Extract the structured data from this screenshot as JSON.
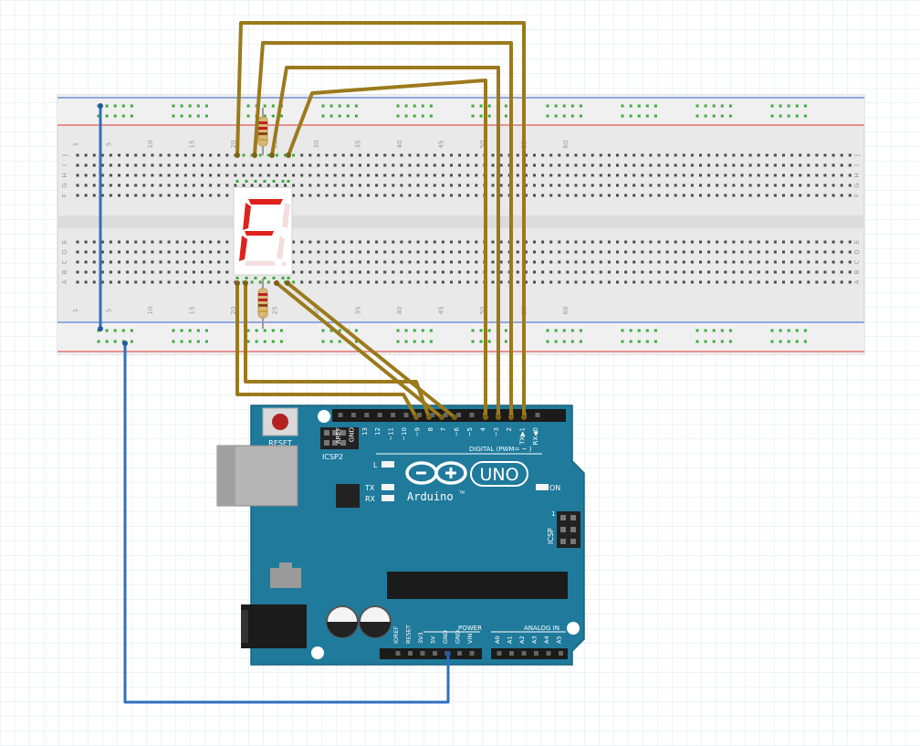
{
  "breadboard": {
    "column_numbers": [
      "1",
      "5",
      "10",
      "15",
      "20",
      "25",
      "30",
      "35",
      "40",
      "45",
      "50",
      "55",
      "60"
    ],
    "row_letters_top": [
      "J",
      "I",
      "H",
      "G",
      "F"
    ],
    "row_letters_bottom": [
      "E",
      "D",
      "C",
      "B",
      "A"
    ]
  },
  "seven_segment": {
    "glyph": "F",
    "segment_color": "#e0201c"
  },
  "arduino": {
    "reset_label": "RESET",
    "icsp2_label": "ICSP2",
    "icsp_label": "ICSP",
    "digital_label": "DIGITAL (PWM= ~ )",
    "digital_pins": [
      "AREF",
      "GND",
      "13",
      "12",
      "~11",
      "~10",
      "~9",
      "8",
      "7",
      "~6",
      "~5",
      "4",
      "~3",
      "2",
      "TX▶1",
      "RX◀0"
    ],
    "brand": "Arduino",
    "tm": "TM",
    "model": "UNO",
    "led_l": "L",
    "led_tx": "TX",
    "led_rx": "RX",
    "on_label": "ON",
    "power_label": "POWER",
    "analog_label": "ANALOG IN",
    "power_pins": [
      "IOREF",
      "RESET",
      "3V3",
      "5V",
      "GND",
      "GND",
      "VIN"
    ],
    "analog_pins": [
      "A0",
      "A1",
      "A2",
      "A3",
      "A4",
      "A5"
    ],
    "pin_1": "1"
  },
  "colors": {
    "board": "#1f7a9b",
    "wire_signal": "#9b7a1c",
    "wire_ground": "#2f6fc0",
    "rail_red": "#e03030",
    "rail_blue": "#3060d0"
  }
}
